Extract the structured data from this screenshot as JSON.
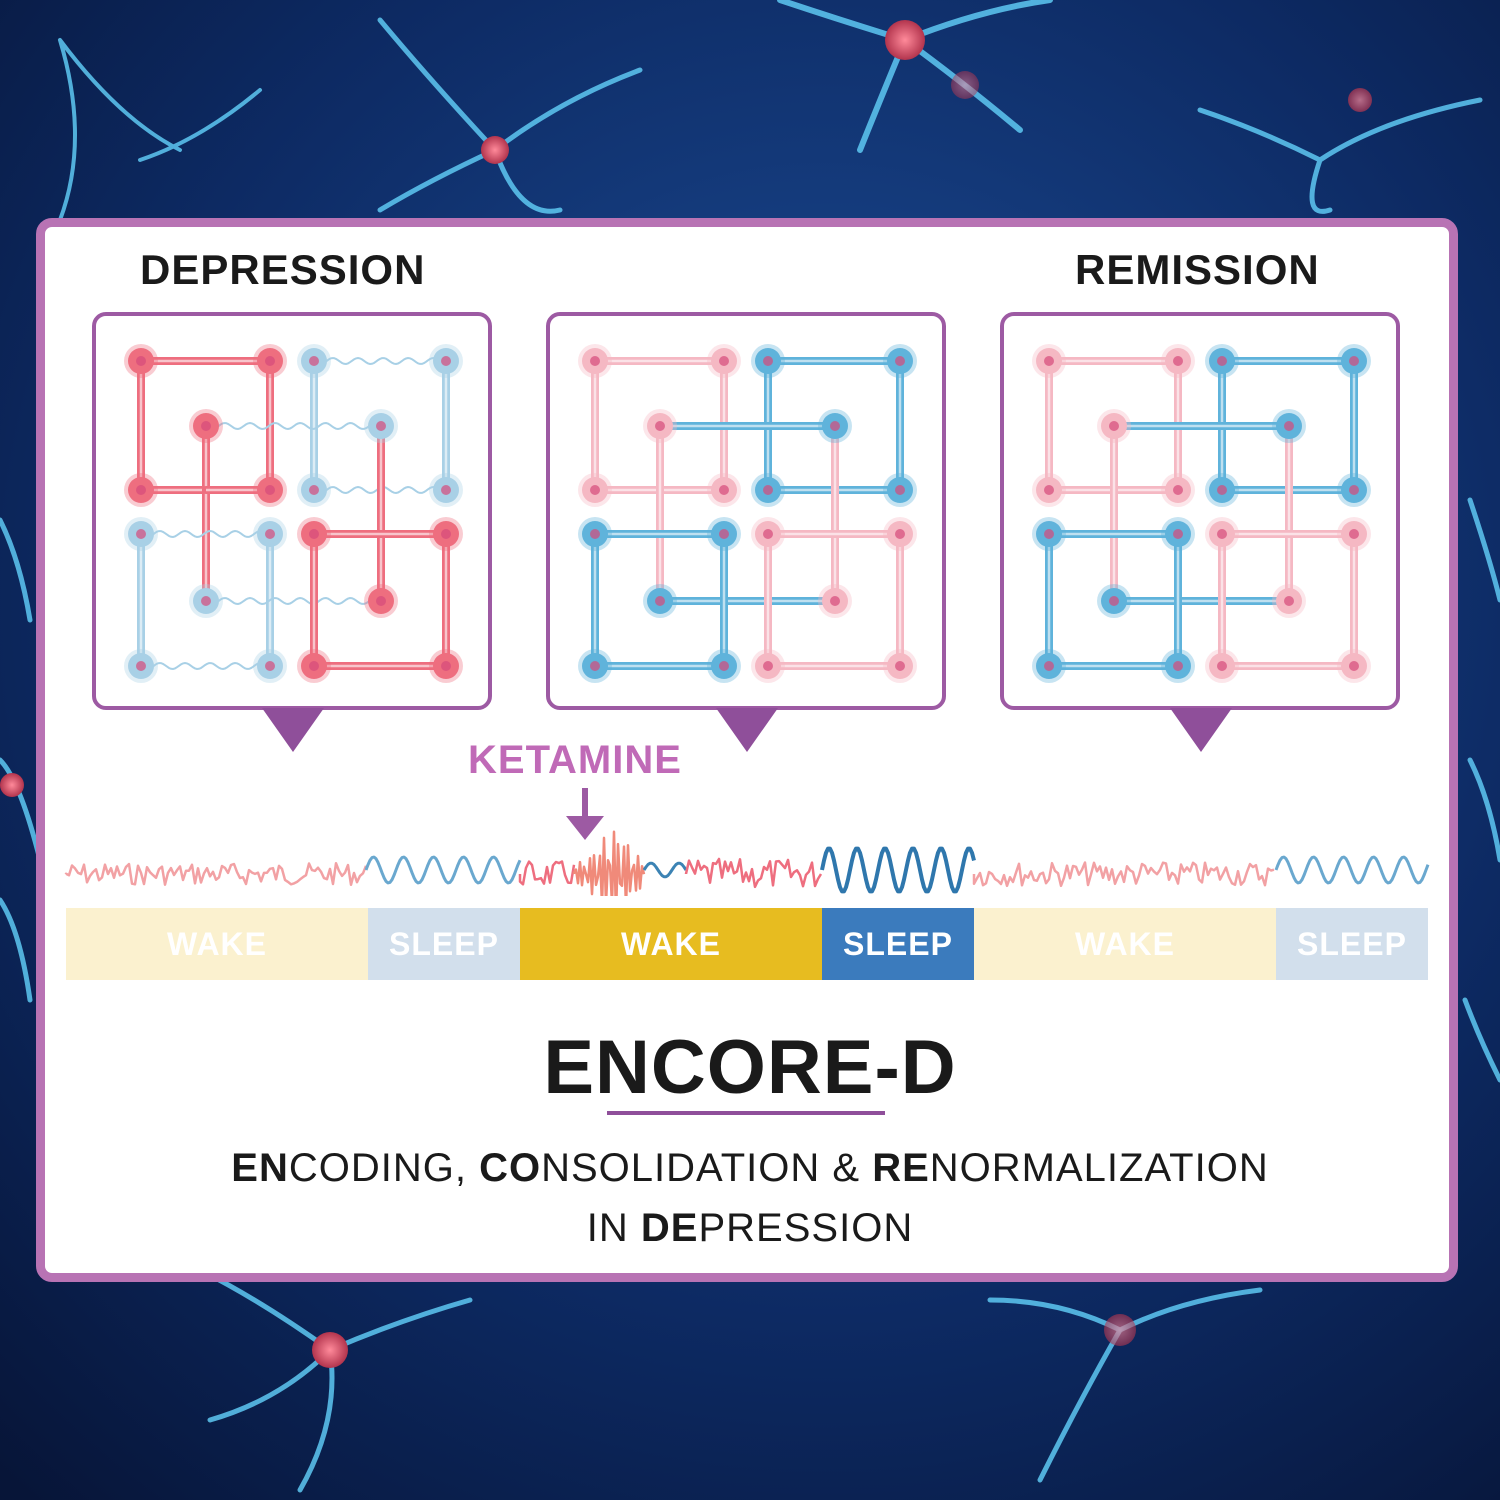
{
  "headings": {
    "left": "DEPRESSION",
    "right": "REMISSION"
  },
  "intervention_label": "KETAMINE",
  "phases": [
    {
      "label": "WAKE",
      "color": "#fbf1cf",
      "text_color": "#ffffff"
    },
    {
      "label": "SLEEP",
      "color": "#d2dfec",
      "text_color": "#ffffff"
    },
    {
      "label": "WAKE",
      "color": "#e7bc20",
      "text_color": "#ffffff"
    },
    {
      "label": "SLEEP",
      "color": "#3b7bbd",
      "text_color": "#ffffff"
    },
    {
      "label": "WAKE",
      "color": "#fbf1cf",
      "text_color": "#ffffff"
    },
    {
      "label": "SLEEP",
      "color": "#d2dfec",
      "text_color": "#ffffff"
    }
  ],
  "title": "ENCORE-D",
  "subtitle": {
    "line1": [
      {
        "text": "EN",
        "bold": true
      },
      {
        "text": "CODING, ",
        "bold": false
      },
      {
        "text": "CO",
        "bold": true
      },
      {
        "text": "NSOLIDATION & ",
        "bold": false
      },
      {
        "text": "RE",
        "bold": true
      },
      {
        "text": "NORMALIZATION",
        "bold": false
      }
    ],
    "line2": [
      {
        "text": "IN ",
        "bold": false
      },
      {
        "text": "DE",
        "bold": true
      },
      {
        "text": "PRESSION",
        "bold": false
      }
    ]
  },
  "colors": {
    "card_border": "#b873b4",
    "panel_border": "#9d5aa3",
    "pink_neuron": "#ee6e7f",
    "blue_neuron": "#5fb3db",
    "ketamine": "#c06ab7"
  }
}
